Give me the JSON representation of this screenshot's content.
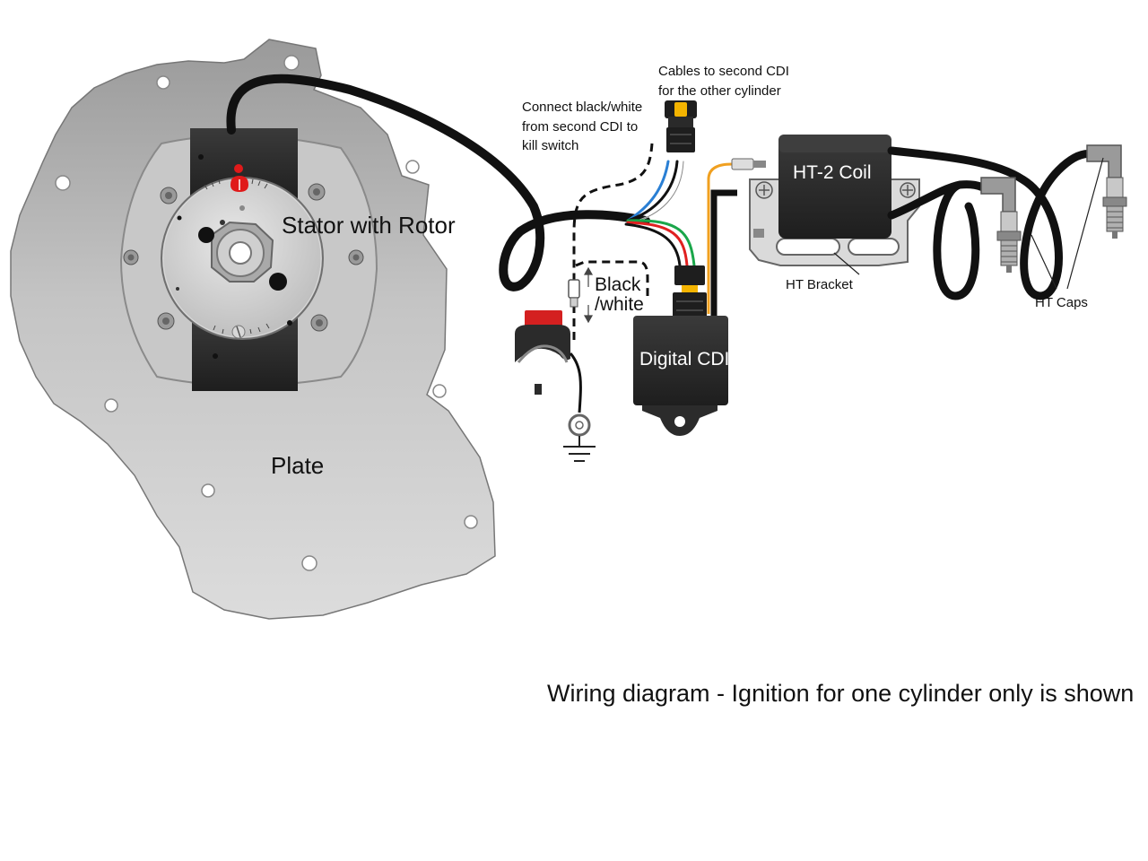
{
  "labels": {
    "stator": "Stator with Rotor",
    "plate": "Plate",
    "cables_line1": "Cables to second CDI",
    "cables_line2": "for the other cylinder",
    "connect_line1": "Connect black/white",
    "connect_line2": "from second CDI to",
    "connect_line3": "kill switch",
    "black_white_line1": "Black",
    "black_white_line2": "/white",
    "coil": "HT-2 Coil",
    "cdi": "Digital CDI",
    "bracket": "HT Bracket",
    "caps": "HT Caps",
    "caption": "Wiring diagram - Ignition for one cylinder only is shown"
  },
  "colors": {
    "plate": "#d0d0d0",
    "stator_body": "#3a3a3a",
    "rotor": "#bdbdbd",
    "component_dark": "#2b2b2b",
    "cable": "#111111",
    "wire_blue": "#2a7fd4",
    "wire_green": "#1aa64a",
    "wire_red": "#e02020",
    "wire_orange": "#f0a020",
    "kill_switch_button": "#d42020",
    "timing_mark": "#e01a1a"
  }
}
